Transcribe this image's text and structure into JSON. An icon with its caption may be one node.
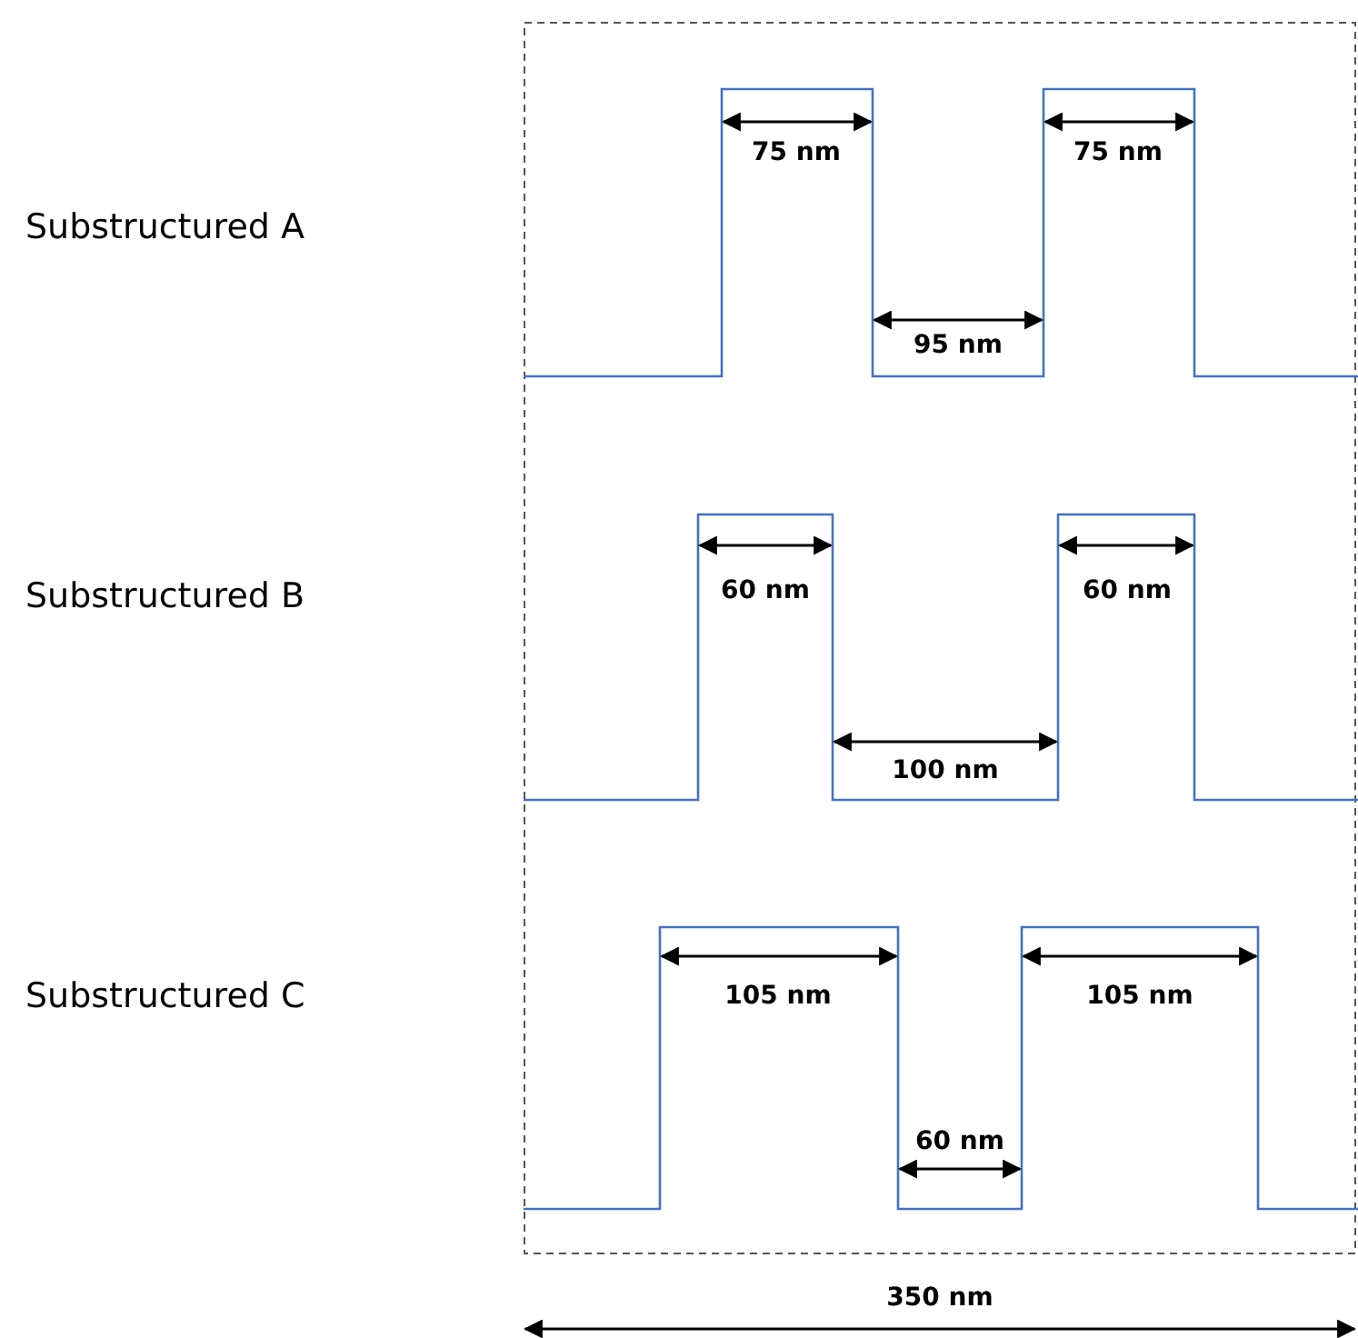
{
  "diagram": {
    "labels": [
      "Substructured A",
      "75 nm",
      "75 nm",
      "95 nm",
      "Substructured B",
      "60 nm",
      "60 nm",
      "100 nm",
      "Substructured C",
      "105 nm",
      "105 nm",
      "60 nm",
      "350 nm"
    ]
  }
}
